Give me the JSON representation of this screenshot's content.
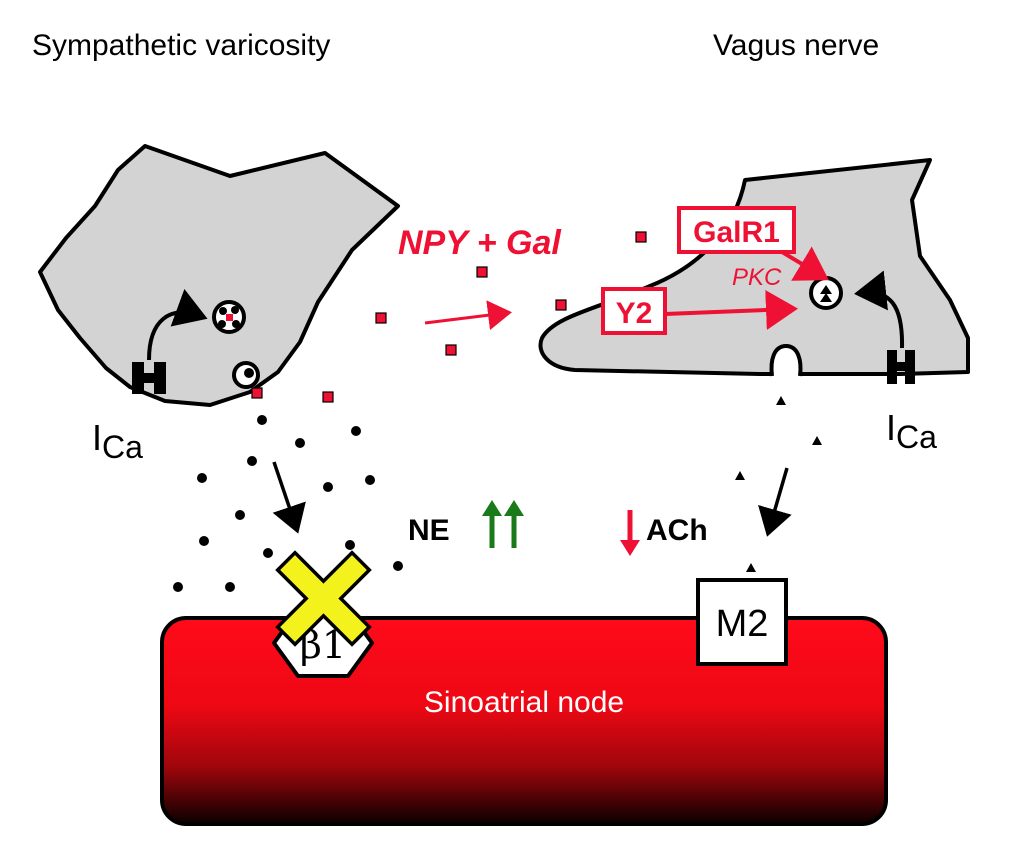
{
  "labels": {
    "sympathetic": "Sympathetic varicosity",
    "vagus": "Vagus nerve",
    "npy_gal": "NPY + Gal",
    "galr1": "GalR1",
    "pkc": "PKC",
    "y2": "Y2",
    "ica_main": "I",
    "ica_sub": "Ca",
    "ne": "NE",
    "ach": "ACh",
    "beta1": "β1",
    "m2": "M2",
    "sa_node": "Sinoatrial node"
  },
  "colors": {
    "red": "#ee1133",
    "terminal_gray": "#d3d3d3",
    "green": "#1a7a1a",
    "x_yellow": "#f4f21c",
    "node_top": "#ff0a1a",
    "node_bottom": "#0a0000"
  }
}
